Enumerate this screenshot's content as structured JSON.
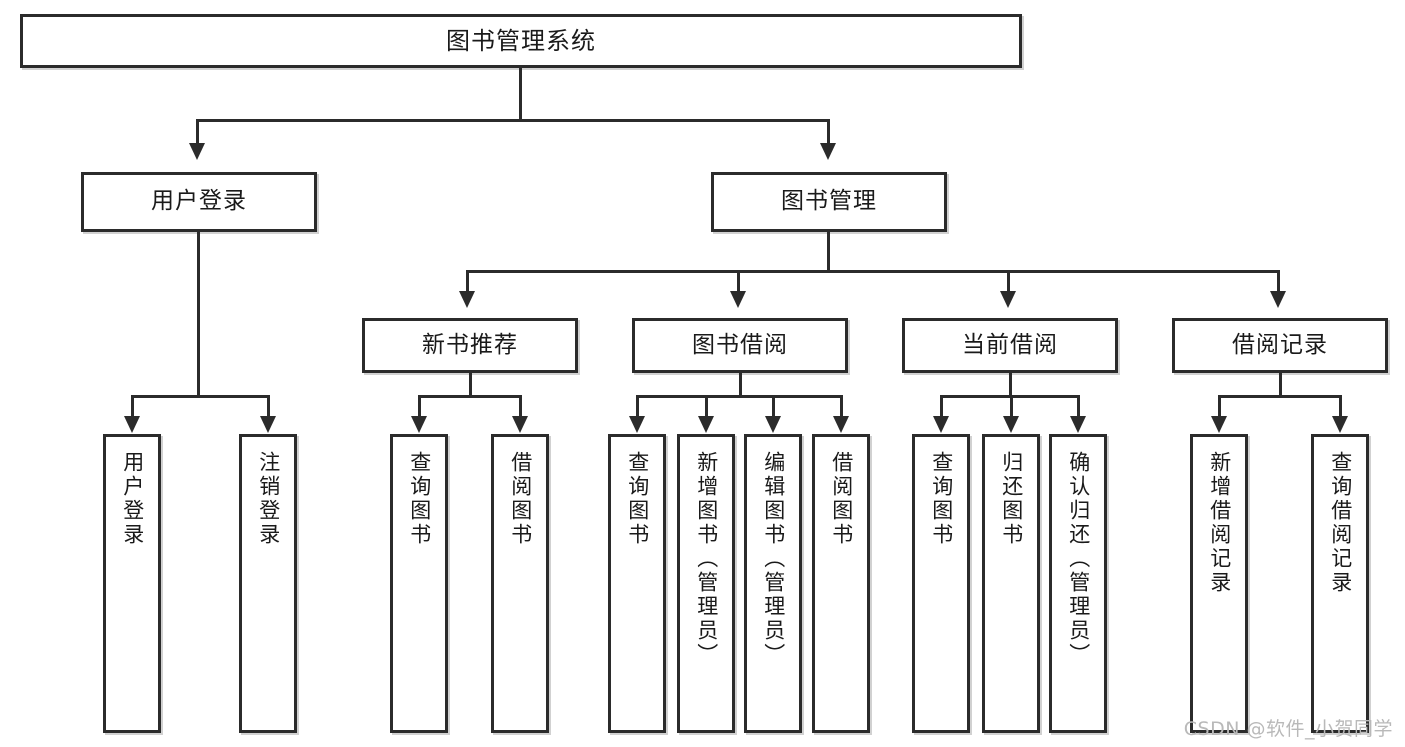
{
  "diagram": {
    "type": "tree-hierarchy-chart",
    "title": "图书管理系统",
    "watermark": "CSDN @软件_小贺同学",
    "levels": {
      "level1": [
        {
          "id": "root",
          "label": "图书管理系统"
        }
      ],
      "level2": [
        {
          "id": "user-login",
          "label": "用户登录"
        },
        {
          "id": "book-management",
          "label": "图书管理"
        }
      ],
      "level3": [
        {
          "id": "new-book-recommend",
          "label": "新书推荐"
        },
        {
          "id": "book-borrow",
          "label": "图书借阅"
        },
        {
          "id": "current-borrow",
          "label": "当前借阅"
        },
        {
          "id": "borrow-record",
          "label": "借阅记录"
        }
      ],
      "level4": [
        {
          "id": "leaf-user-login",
          "label": "用户登录",
          "parent": "user-login"
        },
        {
          "id": "leaf-logout",
          "label": "注销登录",
          "parent": "user-login"
        },
        {
          "id": "leaf-query-book-1",
          "label": "查询图书",
          "parent": "new-book-recommend"
        },
        {
          "id": "leaf-borrow-book-1",
          "label": "借阅图书",
          "parent": "new-book-recommend"
        },
        {
          "id": "leaf-query-book-2",
          "label": "查询图书",
          "parent": "book-borrow"
        },
        {
          "id": "leaf-add-book",
          "label": "新增图书（管理员）",
          "parent": "book-borrow"
        },
        {
          "id": "leaf-edit-book",
          "label": "编辑图书（管理员）",
          "parent": "book-borrow"
        },
        {
          "id": "leaf-borrow-book-2",
          "label": "借阅图书",
          "parent": "book-borrow"
        },
        {
          "id": "leaf-query-book-3",
          "label": "查询图书",
          "parent": "current-borrow"
        },
        {
          "id": "leaf-return-book",
          "label": "归还图书",
          "parent": "current-borrow"
        },
        {
          "id": "leaf-confirm-return",
          "label": "确认归还（管理员）",
          "parent": "current-borrow"
        },
        {
          "id": "leaf-add-record",
          "label": "新增借阅记录",
          "parent": "borrow-record"
        },
        {
          "id": "leaf-query-record",
          "label": "查询借阅记录",
          "parent": "borrow-record"
        }
      ]
    },
    "colors": {
      "stroke": "#2b2b2b",
      "fill": "#ffffff",
      "text": "#1a1a1a",
      "watermark": "#b9b9b9"
    }
  }
}
